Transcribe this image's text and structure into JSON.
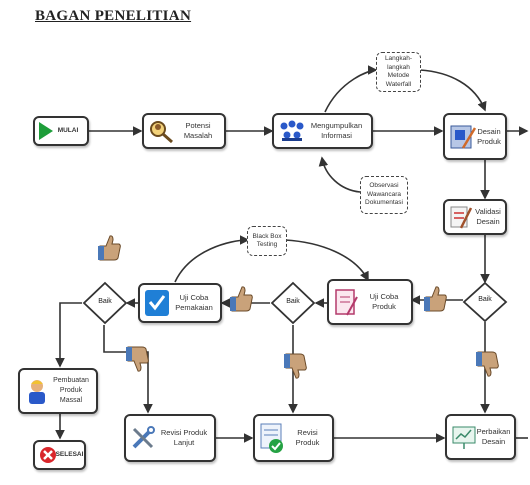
{
  "title": "BAGAN PENELITIAN",
  "nodes": {
    "mulai": "MULAI",
    "potensi_masalah": "Potensi\nMasalah",
    "pengumpulan_informasi": "Mengumpulkan\nInformasi",
    "desain_produk": "Desain\nProduk",
    "validasi_desain": "Validasi\nDesain",
    "uji_coba_pemakaian": "Uji Coba\nPemakaian",
    "uji_coba_produk": "Uji Coba\nProduk",
    "revisi_produk_lanjut": "Revisi Produk\nLanjut",
    "revisi_produk": "Revisi\nProduk",
    "perbaikan_desain": "Perbaikan\nDesain",
    "pembuatan_produk_massal": "Pembuatan\nProduk\nMassal",
    "selesai": "SELESAI"
  },
  "notes": {
    "langkah": "Langkah-langkah\nMetode\nWaterfall",
    "observasi": "Observasi\nWawancara\nDokumentasi",
    "blackbox": "Black Box\nTesting"
  },
  "decisions": {
    "baik_1": "Baik",
    "baik_2": "Baik",
    "baik_3": "Baik"
  },
  "colors": {
    "play_green": "#1e9e3a",
    "stop_red": "#d9262b",
    "thumb": "#c9a27a",
    "check_blue": "#1f7fd6"
  }
}
